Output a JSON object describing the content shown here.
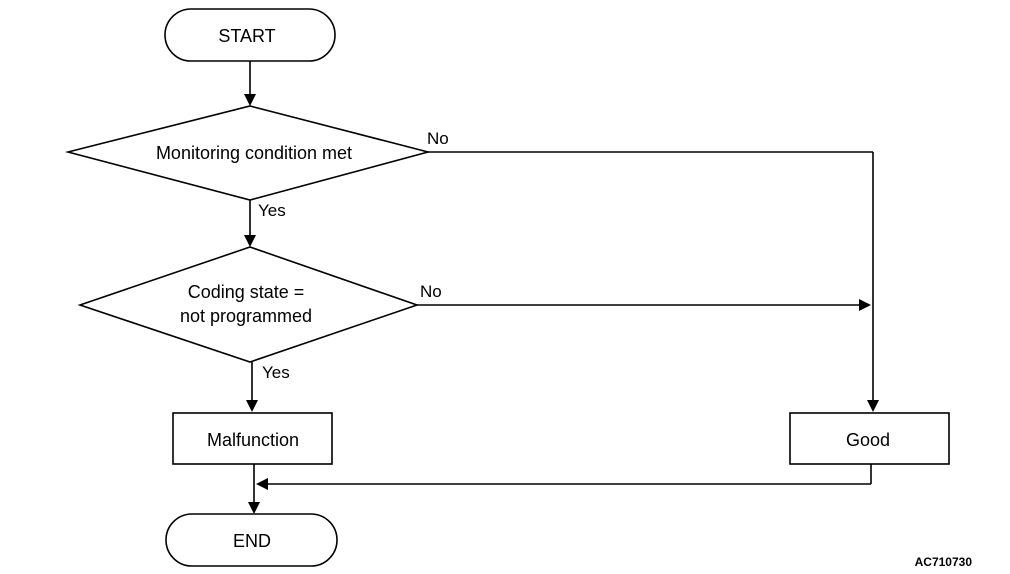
{
  "flowchart": {
    "start": "START",
    "end": "END",
    "decision_monitoring": "Monitoring condition met",
    "decision_coding_line1": "Coding state =",
    "decision_coding_line2": "not programmed",
    "malfunction": "Malfunction",
    "good": "Good",
    "yes_1": "Yes",
    "no_1": "No",
    "yes_2": "Yes",
    "no_2": "No"
  },
  "figure_id": "AC710730"
}
